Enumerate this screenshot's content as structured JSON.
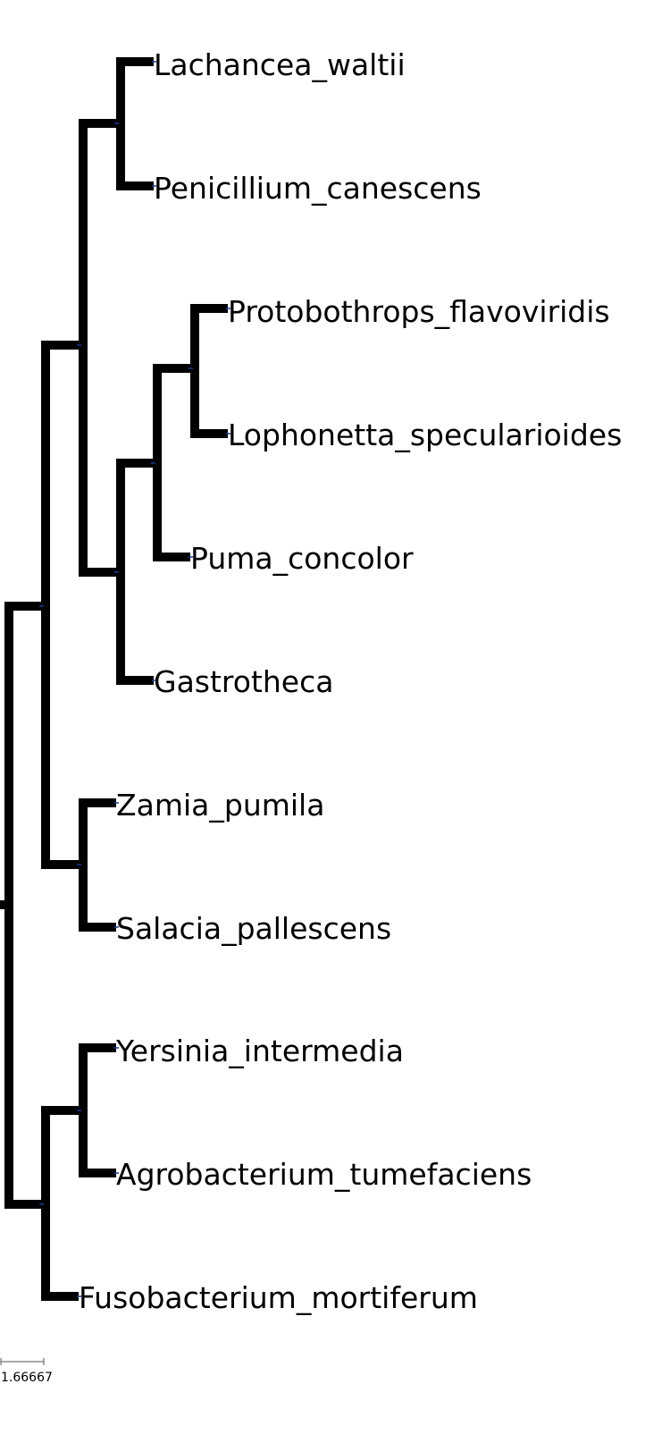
{
  "tree": {
    "leaves": [
      "Lachancea_waltii",
      "Penicillium_canescens",
      "Protobothrops_flavoviridis",
      "Lophonetta_specularioides",
      "Puma_concolor",
      "Gastrotheca",
      "Zamia_pumila",
      "Salacia_pallescens",
      "Yersinia_intermedia",
      "Agrobacterium_tumefaciens",
      "Fusobacterium_mortiferum"
    ]
  },
  "scale_bar": {
    "label": "1.66667"
  },
  "colors": {
    "branch": "#000000",
    "node_marker": "#1f3a93",
    "background": "#ffffff"
  }
}
